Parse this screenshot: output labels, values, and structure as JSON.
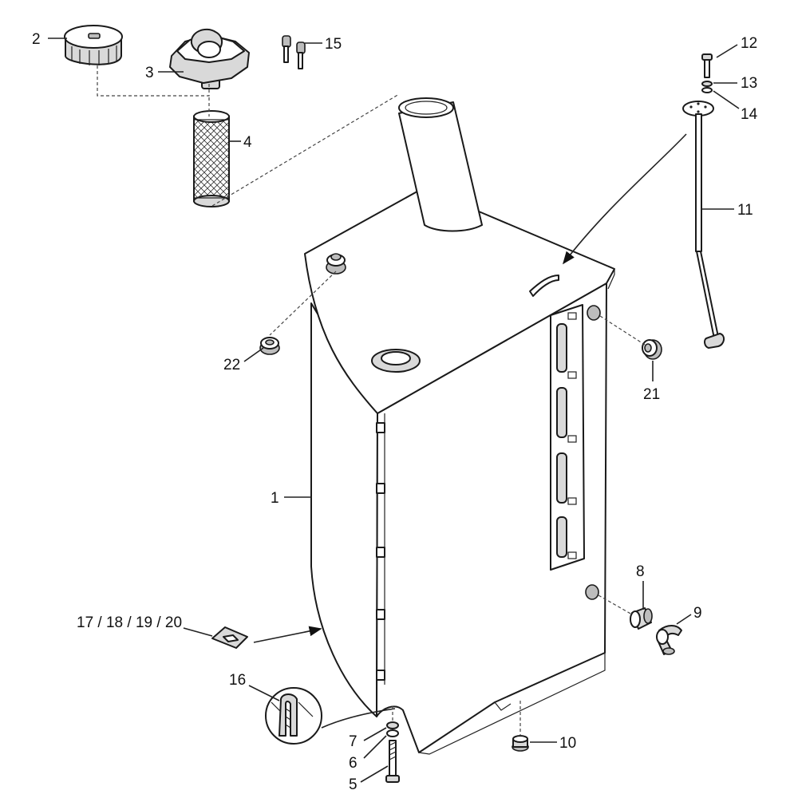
{
  "callouts": {
    "c1": "1",
    "c2": "2",
    "c3": "3",
    "c4": "4",
    "c5": "5",
    "c6": "6",
    "c7": "7",
    "c8": "8",
    "c9": "9",
    "c10": "10",
    "c11": "11",
    "c12": "12",
    "c13": "13",
    "c14": "14",
    "c15": "15",
    "c16": "16",
    "c17_20": "17 / 18 / 19 / 20",
    "c21": "21",
    "c22": "22"
  }
}
